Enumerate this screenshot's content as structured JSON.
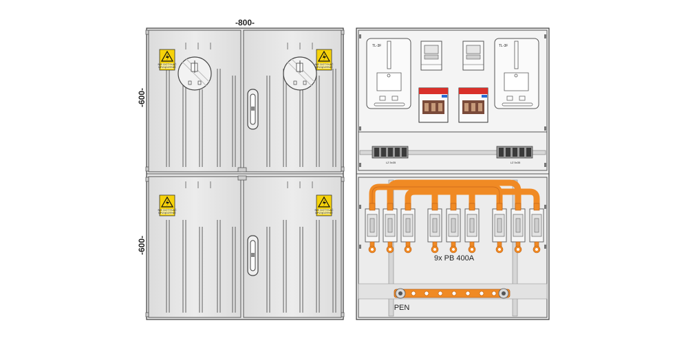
{
  "dimensions": {
    "width_label": "-800-",
    "height_top_label": "-600-",
    "height_bottom_label": "-600-"
  },
  "warning_sign": {
    "text_line1": "NIE DOTYKAĆ",
    "text_line2": "URZĄDZENIE"
  },
  "meter_plate_left": {
    "label": "TL-3F"
  },
  "meter_plate_right": {
    "label": "TL-3F"
  },
  "terminal_left": {
    "label": "LZ 5x35"
  },
  "terminal_right": {
    "label": "LZ 5x35"
  },
  "fuse_bases": {
    "label": "9x PB 400A"
  },
  "pen_bar": {
    "label": "PEN"
  },
  "colors": {
    "enclosure_fill": "#e8e8e8",
    "enclosure_stroke": "#444444",
    "busbar_orange": "#f08a24",
    "warning_yellow": "#f6d20a",
    "breaker_red": "#d9302a",
    "breaker_brown": "#7a4a3a"
  }
}
